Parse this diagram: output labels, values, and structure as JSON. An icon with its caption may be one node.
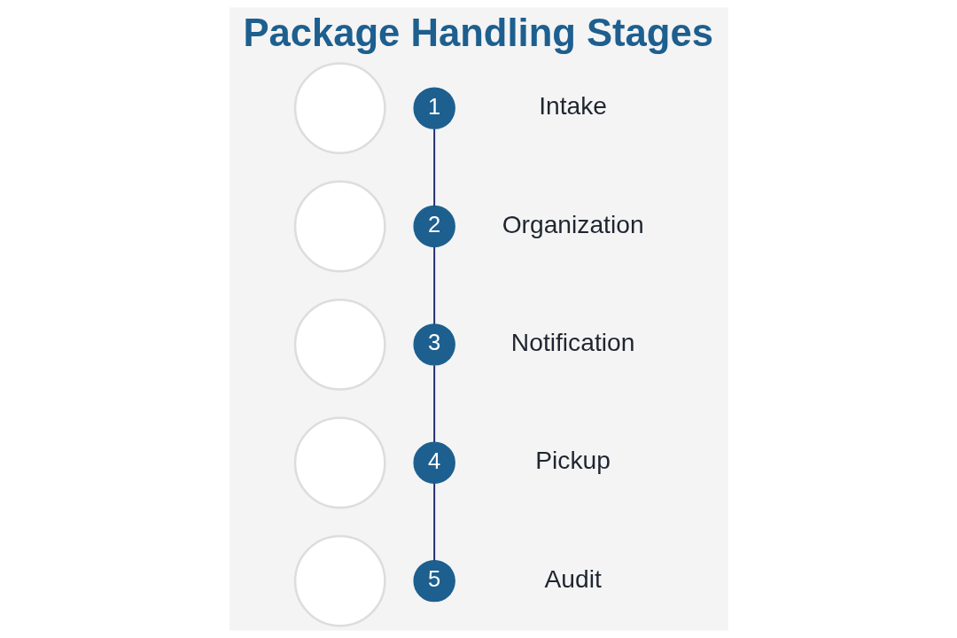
{
  "diagram": {
    "title": "Package Handling Stages",
    "nodes": [
      {
        "text": [],
        "shape": "circle"
      },
      {
        "text": [
          "1"
        ],
        "beside": [
          "Intake"
        ]
      },
      {
        "text": [],
        "shape": "circle"
      },
      {
        "text": [
          "2"
        ],
        "beside": [
          "Organization"
        ]
      },
      {
        "text": [],
        "shape": "circle"
      },
      {
        "text": [
          "3"
        ],
        "beside": [
          "Notification"
        ]
      },
      {
        "text": [],
        "shape": "circle"
      },
      {
        "text": [
          "4"
        ],
        "beside": [
          "Pickup"
        ]
      },
      {
        "text": [],
        "shape": "circle"
      },
      {
        "text": [
          "5"
        ],
        "beside": [
          "Audit"
        ]
      }
    ],
    "edges": [
      {
        "from": 1,
        "to": 3,
        "arrow": "none"
      },
      {
        "from": 3,
        "to": 5,
        "arrow": "none"
      },
      {
        "from": 5,
        "to": 7,
        "arrow": "none"
      },
      {
        "from": 7,
        "to": 9,
        "arrow": "none"
      }
    ]
  }
}
